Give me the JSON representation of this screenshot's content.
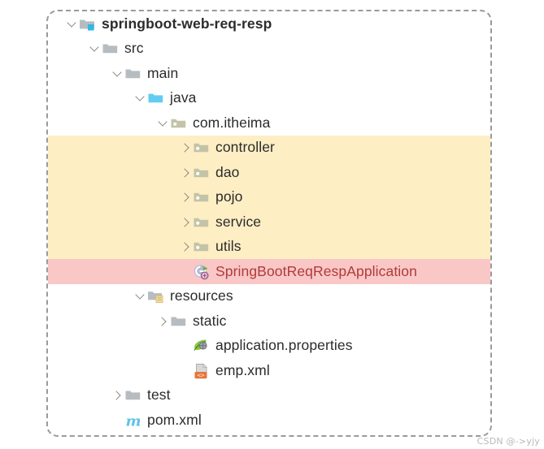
{
  "panel": {
    "border_style": "dashed",
    "border_color": "#9a9a9a"
  },
  "colors": {
    "highlight_yellow": "#fdeec4",
    "highlight_pink": "#fac7c7",
    "folder_gray": "#b6bcc0",
    "folder_java_cyan": "#63ccf0",
    "folder_package_olive": "#c3c3a8",
    "text_default": "#2b2b2b",
    "text_selected_red": "#b03a3a",
    "maven_blue": "#61c2e8",
    "xml_orange": "#e8743b",
    "spring_green": "#6db33f",
    "watermark_gray": "#b9b9b9"
  },
  "tree": {
    "rows": [
      {
        "label": "springboot-web-req-resp",
        "depth": 0,
        "chevron": "down",
        "icon": "module-folder-icon",
        "bold": true,
        "highlight": "none"
      },
      {
        "label": "src",
        "depth": 1,
        "chevron": "down",
        "icon": "folder-gray-icon",
        "bold": false,
        "highlight": "none"
      },
      {
        "label": "main",
        "depth": 2,
        "chevron": "down",
        "icon": "folder-gray-icon",
        "bold": false,
        "highlight": "none"
      },
      {
        "label": "java",
        "depth": 3,
        "chevron": "down",
        "icon": "folder-sources-cyan-icon",
        "bold": false,
        "highlight": "none"
      },
      {
        "label": "com.itheima",
        "depth": 4,
        "chevron": "down",
        "icon": "package-folder-icon",
        "bold": false,
        "highlight": "none"
      },
      {
        "label": "controller",
        "depth": 5,
        "chevron": "right",
        "icon": "package-folder-icon",
        "bold": false,
        "highlight": "yellow"
      },
      {
        "label": "dao",
        "depth": 5,
        "chevron": "right",
        "icon": "package-folder-icon",
        "bold": false,
        "highlight": "yellow"
      },
      {
        "label": "pojo",
        "depth": 5,
        "chevron": "right",
        "icon": "package-folder-icon",
        "bold": false,
        "highlight": "yellow"
      },
      {
        "label": "service",
        "depth": 5,
        "chevron": "right",
        "icon": "package-folder-icon",
        "bold": false,
        "highlight": "yellow"
      },
      {
        "label": "utils",
        "depth": 5,
        "chevron": "right",
        "icon": "package-folder-icon",
        "bold": false,
        "highlight": "yellow"
      },
      {
        "label": "SpringBootReqRespApplication",
        "depth": 5,
        "chevron": "none",
        "icon": "spring-boot-class-icon",
        "bold": false,
        "highlight": "pink"
      },
      {
        "label": "resources",
        "depth": 3,
        "chevron": "down",
        "icon": "folder-resources-icon",
        "bold": false,
        "highlight": "none"
      },
      {
        "label": "static",
        "depth": 4,
        "chevron": "right",
        "icon": "folder-gray-icon",
        "bold": false,
        "highlight": "none"
      },
      {
        "label": "application.properties",
        "depth": 5,
        "chevron": "none",
        "icon": "spring-properties-leaf-icon",
        "bold": false,
        "highlight": "none"
      },
      {
        "label": "emp.xml",
        "depth": 5,
        "chevron": "none",
        "icon": "xml-file-icon",
        "bold": false,
        "highlight": "none"
      },
      {
        "label": "test",
        "depth": 2,
        "chevron": "right",
        "icon": "folder-gray-icon",
        "bold": false,
        "highlight": "none"
      },
      {
        "label": "pom.xml",
        "depth": 2,
        "chevron": "none",
        "icon": "maven-pom-icon",
        "bold": false,
        "highlight": "none"
      }
    ]
  },
  "watermark": {
    "text": "CSDN @->yjy"
  }
}
